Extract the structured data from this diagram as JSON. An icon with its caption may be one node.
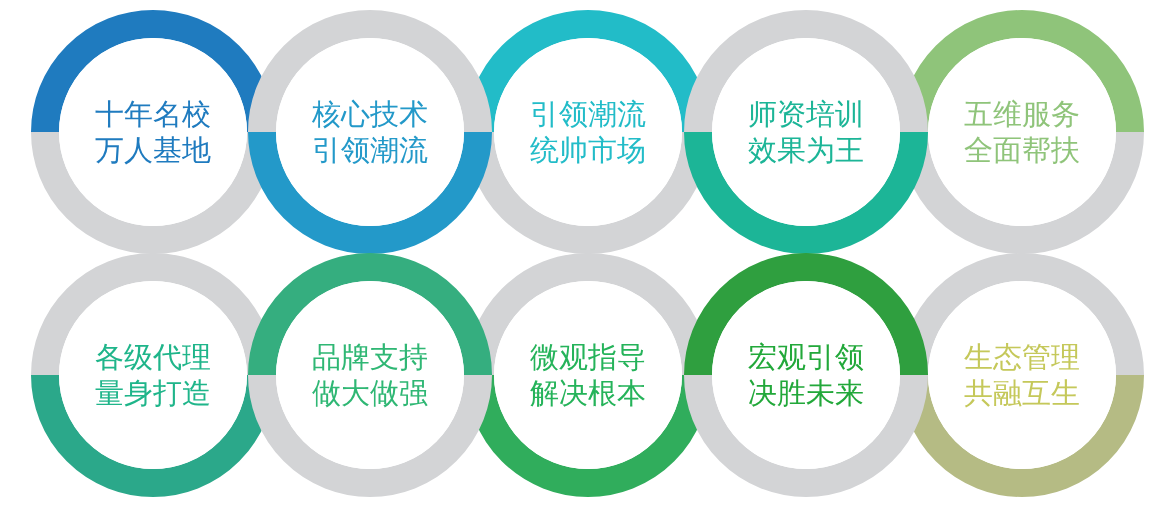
{
  "diagram": {
    "nodes": [
      {
        "text": [
          "十年名校",
          "万人基地"
        ]
      },
      {
        "text": [
          "核心技术",
          "引领潮流"
        ]
      },
      {
        "text": [
          "引领潮流",
          "统帅市场"
        ]
      },
      {
        "text": [
          "师资培训",
          "效果为王"
        ]
      },
      {
        "text": [
          "五维服务",
          "全面帮扶"
        ]
      },
      {
        "text": [
          "各级代理",
          "量身打造"
        ]
      },
      {
        "text": [
          "品牌支持",
          "做大做强"
        ]
      },
      {
        "text": [
          "微观指导",
          "解决根本"
        ]
      },
      {
        "text": [
          "宏观引领",
          "决胜未来"
        ]
      },
      {
        "text": [
          "生态管理",
          "共融互生"
        ]
      }
    ]
  }
}
